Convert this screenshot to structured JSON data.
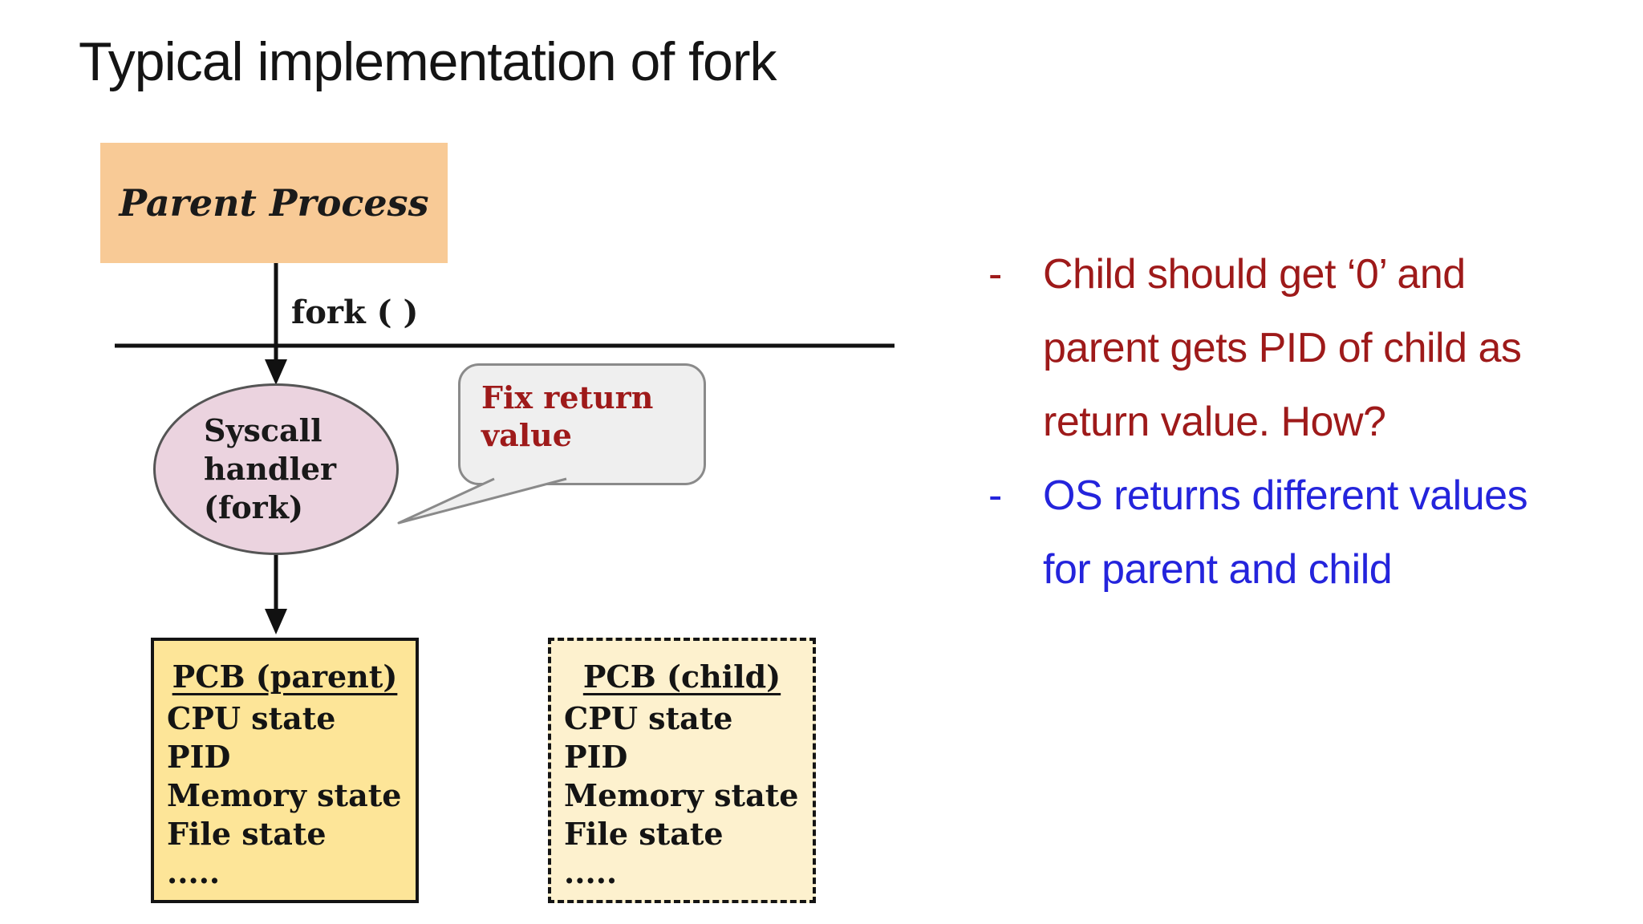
{
  "slide": {
    "title": "Typical implementation of fork",
    "background": "#ffffff"
  },
  "diagram": {
    "parent_box": {
      "label": "Parent Process",
      "fill": "#F8CA96"
    },
    "fork_call_label": "fork ( )",
    "syscall_ellipse": {
      "line1": "Syscall",
      "line2": "handler",
      "line3": "(fork)",
      "fill": "#EBD3DF"
    },
    "callout": {
      "line1": "Fix return",
      "line2": "value",
      "fill": "#EFEFEF",
      "text_color": "#9E1A1A"
    },
    "pcb_parent": {
      "title": "PCB (parent)",
      "items": [
        "CPU state",
        "PID",
        "Memory state",
        "File state",
        "....."
      ],
      "fill": "#FDE598",
      "border_style": "solid"
    },
    "pcb_child": {
      "title": "PCB (child)",
      "items": [
        "CPU state",
        "PID",
        "Memory state",
        "File state",
        "....."
      ],
      "fill": "#FDF1CE",
      "border_style": "dashed"
    },
    "line_color": "#111111"
  },
  "notes": {
    "bullet1": {
      "marker": "-",
      "color": "#9E1A1A",
      "line1": "Child should get ‘0’ and",
      "line2": "parent gets PID of child as",
      "line3": "return value. How?"
    },
    "bullet2": {
      "marker": "-",
      "color": "#2424DC",
      "line1": "OS returns different values",
      "line2": "for parent and child"
    }
  }
}
